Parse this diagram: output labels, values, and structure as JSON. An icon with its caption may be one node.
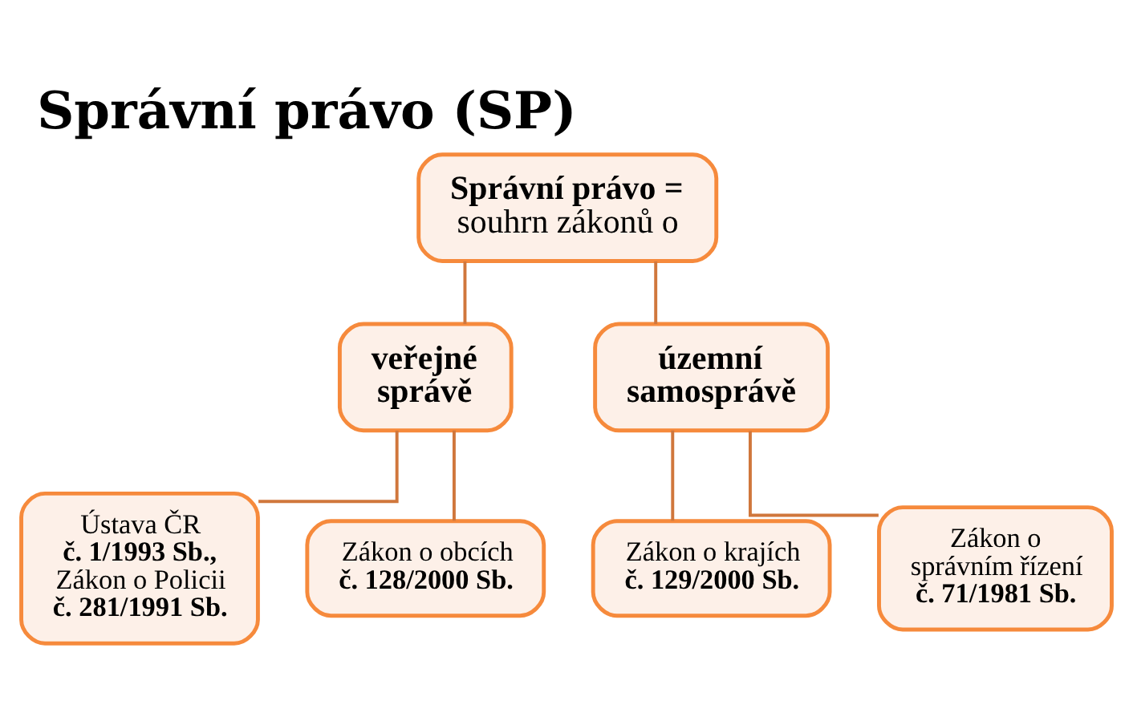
{
  "diagram": {
    "title": "Správní právo (SP)",
    "nodes": [
      {
        "text": [
          "Správní právo =",
          "souhrn zákonů o"
        ]
      },
      {
        "text": [
          "veřejné správě"
        ]
      },
      {
        "text": [
          "územní samosprávě"
        ]
      },
      {
        "text": [
          "Ústava ČR",
          "č. 1/1993 Sb.,",
          "Zákon o Policii",
          "č. 281/1991 Sb."
        ]
      },
      {
        "text": [
          "Zákon o obcích",
          "č. 128/2000 Sb."
        ]
      },
      {
        "text": [
          "Zákon o krajích",
          "č. 129/2000 Sb."
        ]
      },
      {
        "text": [
          "Zákon o správním řízení",
          "č. 71/1981 Sb."
        ]
      }
    ],
    "edges": [
      {
        "from": 0,
        "to": 1,
        "arrow": "none"
      },
      {
        "from": 0,
        "to": 2,
        "arrow": "none"
      },
      {
        "from": 1,
        "to": 3,
        "arrow": "none"
      },
      {
        "from": 1,
        "to": 4,
        "arrow": "none"
      },
      {
        "from": 2,
        "to": 5,
        "arrow": "none"
      },
      {
        "from": 2,
        "to": 6,
        "arrow": "none"
      }
    ]
  }
}
